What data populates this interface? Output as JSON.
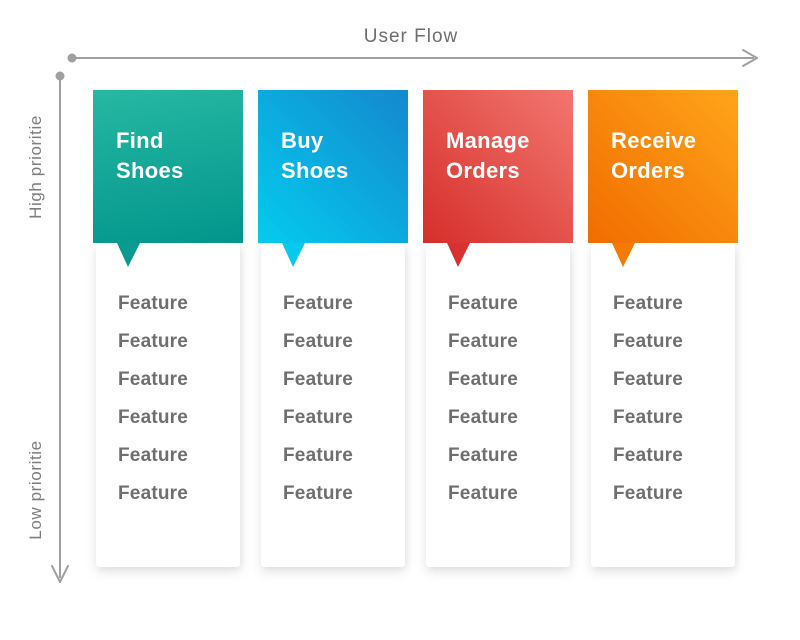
{
  "axes": {
    "horizontal": {
      "label": "User Flow"
    },
    "vertical": {
      "top_label": "High prioritie",
      "bottom_label": "Low prioritie"
    }
  },
  "colors": {
    "background": "#ffffff",
    "panel_bg": "#ffffff",
    "arrow": "#a0a0a0",
    "flow_label": "#6e6e6e",
    "axis_label": "#7d7d7d",
    "feature_text": "#6f6f6f",
    "card_title_text": "#ffffff"
  },
  "columns": [
    {
      "id": "find-shoes",
      "title": "Find\nShoes",
      "gradient_direction": "170deg",
      "gradient_from": "#26b8a2",
      "gradient_to": "#02958c",
      "pointer_color": "#0b9a90",
      "features": [
        "Feature",
        "Feature",
        "Feature",
        "Feature",
        "Feature",
        "Feature"
      ]
    },
    {
      "id": "buy-shoes",
      "title": "Buy\nShoes",
      "gradient_direction": "to top right",
      "gradient_from": "#04cbee",
      "gradient_to": "#1488ce",
      "pointer_color": "#07c9ee",
      "features": [
        "Feature",
        "Feature",
        "Feature",
        "Feature",
        "Feature",
        "Feature"
      ]
    },
    {
      "id": "manage-orders",
      "title": "Manage\nOrders",
      "gradient_direction": "to top right",
      "gradient_from": "#d62e2b",
      "gradient_to": "#f2776f",
      "pointer_color": "#d7322f",
      "features": [
        "Feature",
        "Feature",
        "Feature",
        "Feature",
        "Feature",
        "Feature"
      ]
    },
    {
      "id": "receive-orders",
      "title": "Receive\nOrders",
      "gradient_direction": "to top right",
      "gradient_from": "#f16c00",
      "gradient_to": "#ffa51a",
      "pointer_color": "#f57a00",
      "features": [
        "Feature",
        "Feature",
        "Feature",
        "Feature",
        "Feature",
        "Feature"
      ]
    }
  ]
}
